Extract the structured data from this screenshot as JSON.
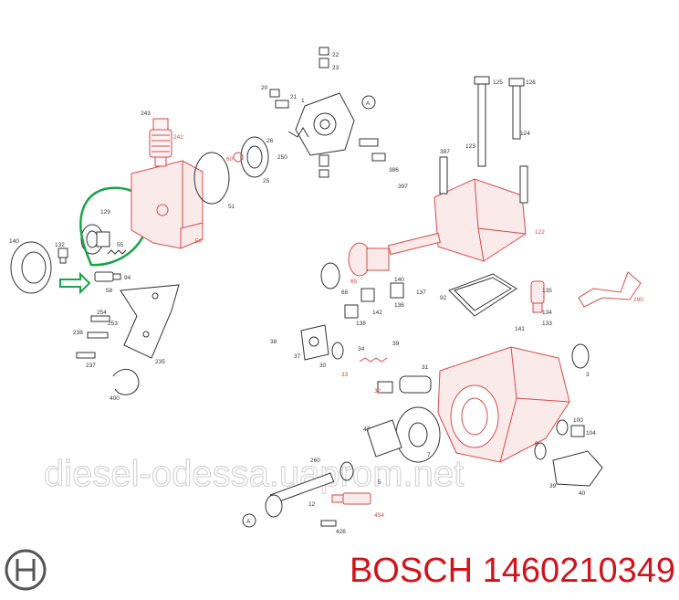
{
  "watermark": "diesel-odessa.uaprom.net",
  "brand": "BOSCH",
  "part_number": "1460210349",
  "callouts": {
    "A1": "A",
    "A2": "A",
    "n243": "243",
    "n242": "242",
    "n140": "140",
    "n132": "132",
    "n129": "129",
    "n55": "55",
    "n94": "94",
    "n58": "58",
    "n254": "254",
    "n253": "253",
    "n238": "238",
    "n237": "237",
    "n235": "235",
    "n400": "400",
    "n50": "50",
    "n60": "60",
    "n51": "51",
    "n25": "25",
    "n250": "250",
    "n26": "26",
    "n1": "1",
    "n22": "22",
    "n23": "23",
    "n20": "20",
    "n21": "21",
    "n125": "125",
    "n126": "126",
    "n124": "124",
    "n123": "123",
    "n387": "387",
    "n386": "386",
    "n397": "397",
    "n122": "122",
    "n65": "65",
    "n68": "68",
    "n140b": "140",
    "n137": "137",
    "n142": "142",
    "n138": "138",
    "n136": "136",
    "n92": "92",
    "n135": "135",
    "n134": "134",
    "n133": "133",
    "n141": "141",
    "n290": "290",
    "n38": "38",
    "n37": "37",
    "n30": "30",
    "n33": "33",
    "n34": "34",
    "n32": "32",
    "n39": "39",
    "n31": "31",
    "n3": "3",
    "n100": "100",
    "n104": "104",
    "n39b": "39",
    "n40": "40",
    "n6": "6",
    "n260": "260",
    "n47": "47",
    "n7": "7",
    "n12": "12",
    "n426": "426",
    "n454": "454",
    "n5": "5"
  },
  "colors": {
    "line": "#333333",
    "red": "#d94a4a",
    "highlight": "#1aa34a",
    "brand": "#d0141c"
  }
}
